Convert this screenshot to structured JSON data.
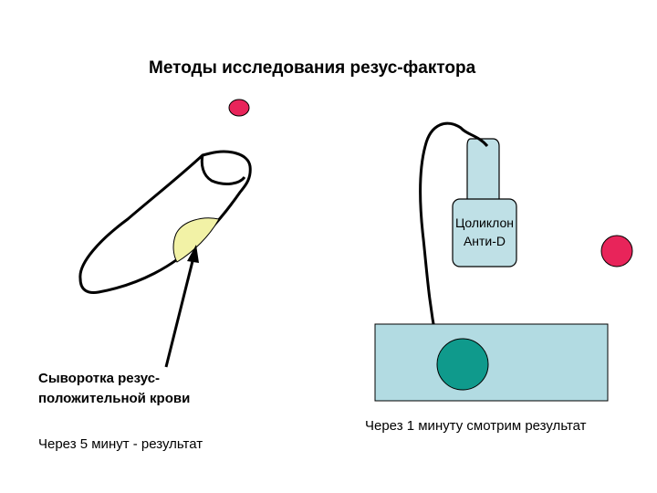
{
  "title": "Методы исследования резус-фактора",
  "serum_label_line1": "Сыворотка резус-",
  "serum_label_line2": "положительной крови",
  "after_5_min": "Через 5 минут - результат",
  "after_1_min": "Через 1 минуту смотрим результат",
  "bottle_label_line1": "Цоликлон",
  "bottle_label_line2": "Анти-D",
  "colors": {
    "blood_drop": "#e8245a",
    "serum_fill": "#f2f2a6",
    "bottle_fill": "#bfe0e6",
    "plate_fill": "#b2dbe2",
    "mixed_drop": "#0f9a8c",
    "outline": "#000000"
  }
}
